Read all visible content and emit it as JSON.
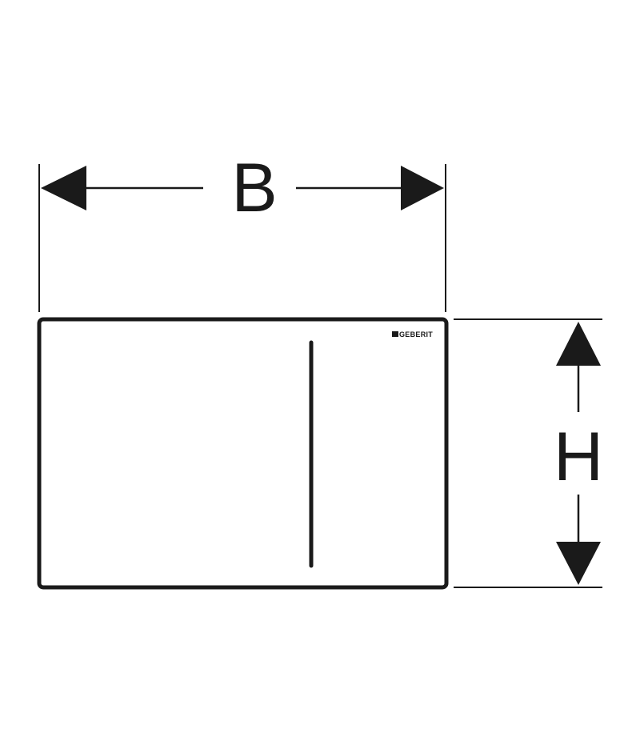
{
  "dimensions": {
    "width_label": "B",
    "height_label": "H"
  },
  "plate": {
    "brand_logo": "GEBERIT"
  },
  "colors": {
    "line": "#1a1a1a",
    "background": "#ffffff"
  }
}
